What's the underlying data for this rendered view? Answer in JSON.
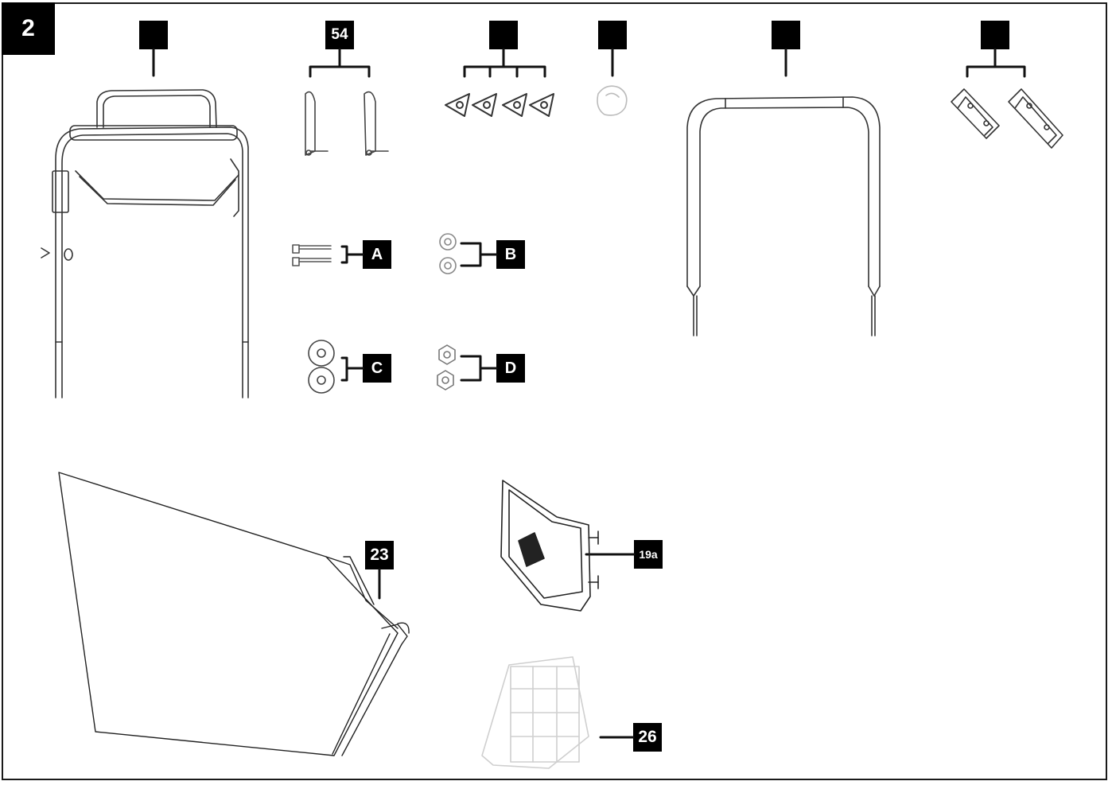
{
  "figure": {
    "number": "2"
  },
  "part_labels": {
    "lower_handle": "",
    "levers": "54",
    "star_knobs": "",
    "cable_clip": "",
    "upper_handle": "",
    "brackets": "",
    "bolts": "A",
    "small_washers": "B",
    "large_washers": "C",
    "nuts": "D",
    "grass_bag": "23",
    "deflector": "19a",
    "bag_frame": "26"
  },
  "colors": {
    "label_bg": "#000000",
    "label_text": "#ffffff",
    "line": "#2b2b2b"
  }
}
